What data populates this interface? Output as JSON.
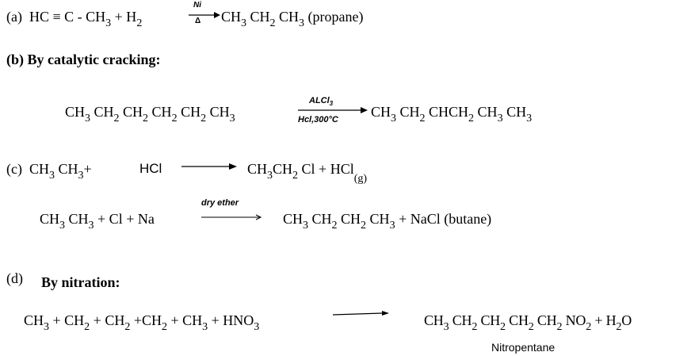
{
  "sections": {
    "a": {
      "label": "(a)",
      "lhs": [
        "HC ≡ C - CH",
        "3",
        " + H",
        "2"
      ],
      "catalyst_top": "Ni",
      "catalyst_bottom": "Δ",
      "rhs": [
        "CH",
        "3",
        " CH",
        "2",
        " CH",
        "3",
        " (propane)"
      ]
    },
    "b": {
      "heading": "(b)  By catalytic cracking:",
      "lhs": [
        "CH",
        "3",
        " CH",
        "2",
        " CH",
        "2",
        " CH",
        "2",
        " CH",
        "2",
        " CH",
        "3"
      ],
      "catalyst_top": [
        "ALCl",
        "3"
      ],
      "catalyst_bottom": "Hcl,300°C",
      "rhs": [
        "CH",
        "3",
        " CH",
        "2",
        " CHCH",
        "2",
        " CH",
        "3",
        " CH",
        "3"
      ]
    },
    "c": {
      "label": "(c)",
      "eq1_lhs": [
        "CH",
        "3",
        " CH",
        "3",
        "+"
      ],
      "eq1_reagent": "HCl",
      "eq1_rhs": [
        "CH",
        "3",
        "CH",
        "2",
        " Cl + HCl",
        "(g)"
      ],
      "eq2_lhs": [
        "CH",
        "3",
        " CH",
        "3",
        " + Cl + Na"
      ],
      "eq2_condition": "dry ether",
      "eq2_rhs": [
        "CH",
        "3",
        " CH",
        "2",
        " CH",
        "2",
        " CH",
        "3",
        " + NaCl (butane)"
      ]
    },
    "d": {
      "label": "(d)",
      "heading": "By nitration:",
      "lhs": [
        "CH",
        "3",
        " + CH",
        "2",
        " + CH",
        "2",
        " +CH",
        "2",
        " + CH",
        "3",
        " + HNO",
        "3"
      ],
      "rhs": [
        "CH",
        "3",
        " CH",
        "2",
        " CH",
        "2",
        " CH",
        "2",
        " CH",
        "2",
        " NO",
        "2",
        " + H",
        "2",
        "O"
      ],
      "product_name": "Nitropentane"
    }
  }
}
